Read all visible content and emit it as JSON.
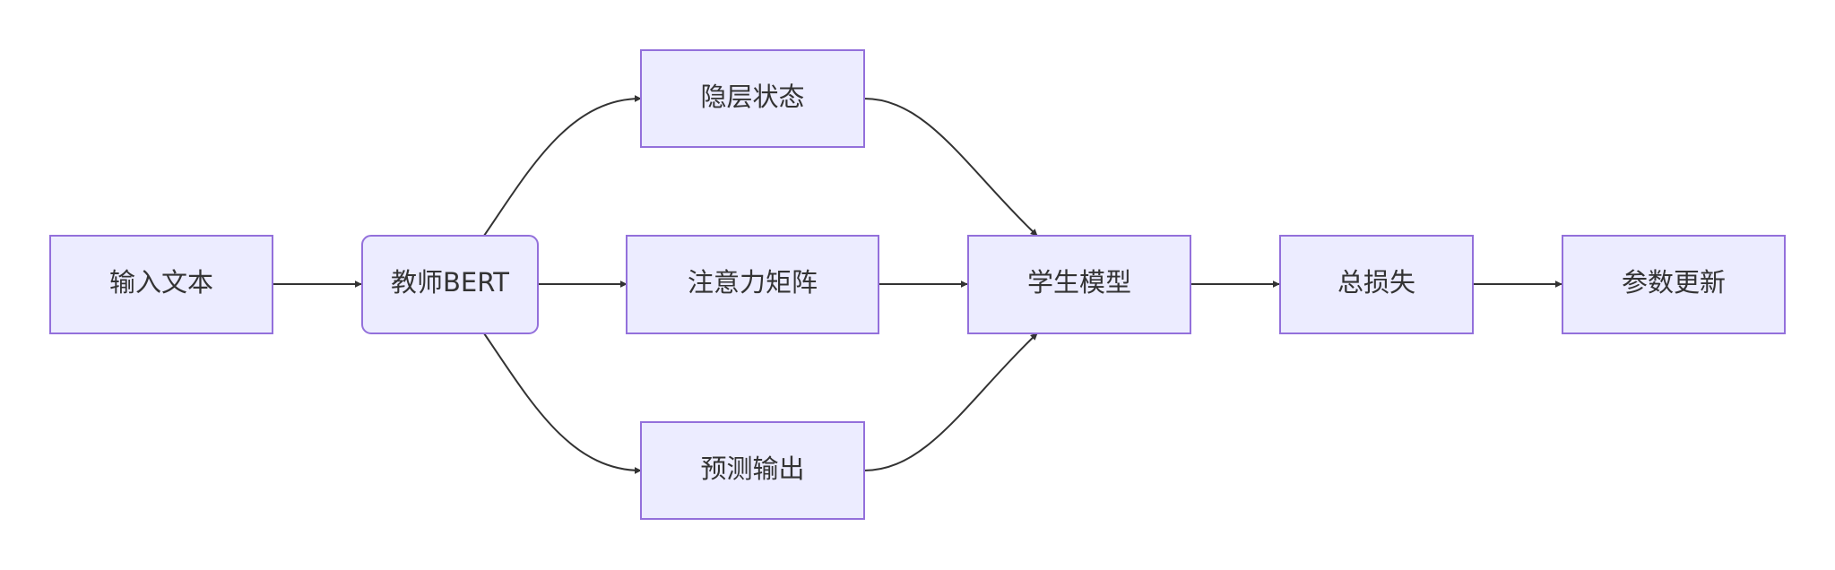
{
  "diagram": {
    "nodes": [
      {
        "id": "input",
        "label": "输入文本",
        "shape": "rect"
      },
      {
        "id": "teacher",
        "label": "教师BERT",
        "shape": "rounded"
      },
      {
        "id": "hidden",
        "label": "隐层状态",
        "shape": "rect"
      },
      {
        "id": "attention",
        "label": "注意力矩阵",
        "shape": "rect"
      },
      {
        "id": "pred",
        "label": "预测输出",
        "shape": "rect"
      },
      {
        "id": "student",
        "label": "学生模型",
        "shape": "rect"
      },
      {
        "id": "loss",
        "label": "总损失",
        "shape": "rect"
      },
      {
        "id": "update",
        "label": "参数更新",
        "shape": "rect"
      }
    ],
    "edges": [
      {
        "from": "input",
        "to": "teacher"
      },
      {
        "from": "teacher",
        "to": "hidden"
      },
      {
        "from": "teacher",
        "to": "attention"
      },
      {
        "from": "teacher",
        "to": "pred"
      },
      {
        "from": "hidden",
        "to": "student"
      },
      {
        "from": "attention",
        "to": "student"
      },
      {
        "from": "pred",
        "to": "student"
      },
      {
        "from": "student",
        "to": "loss"
      },
      {
        "from": "loss",
        "to": "update"
      }
    ],
    "colors": {
      "node_fill": "#ececff",
      "node_stroke": "#9370db",
      "edge": "#333333",
      "text": "#333333"
    }
  }
}
